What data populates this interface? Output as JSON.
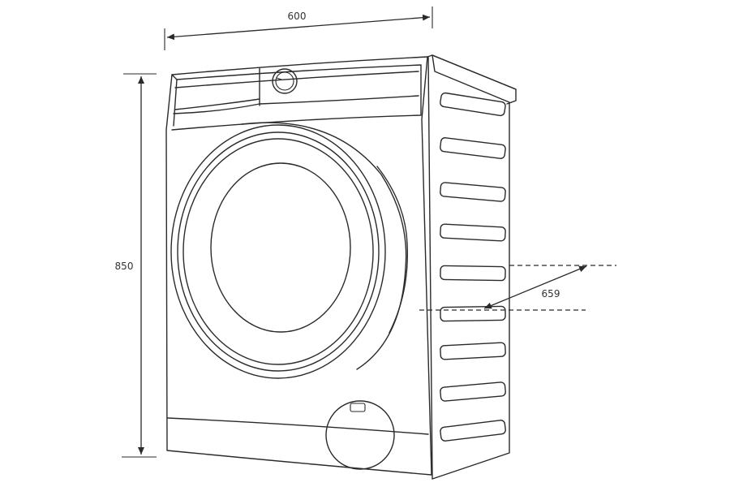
{
  "dimensions": {
    "width_label": "600",
    "height_label": "850",
    "depth_label": "659"
  },
  "colors": {
    "line": "#2a2a2a",
    "text": "#333333",
    "background": "#ffffff"
  }
}
